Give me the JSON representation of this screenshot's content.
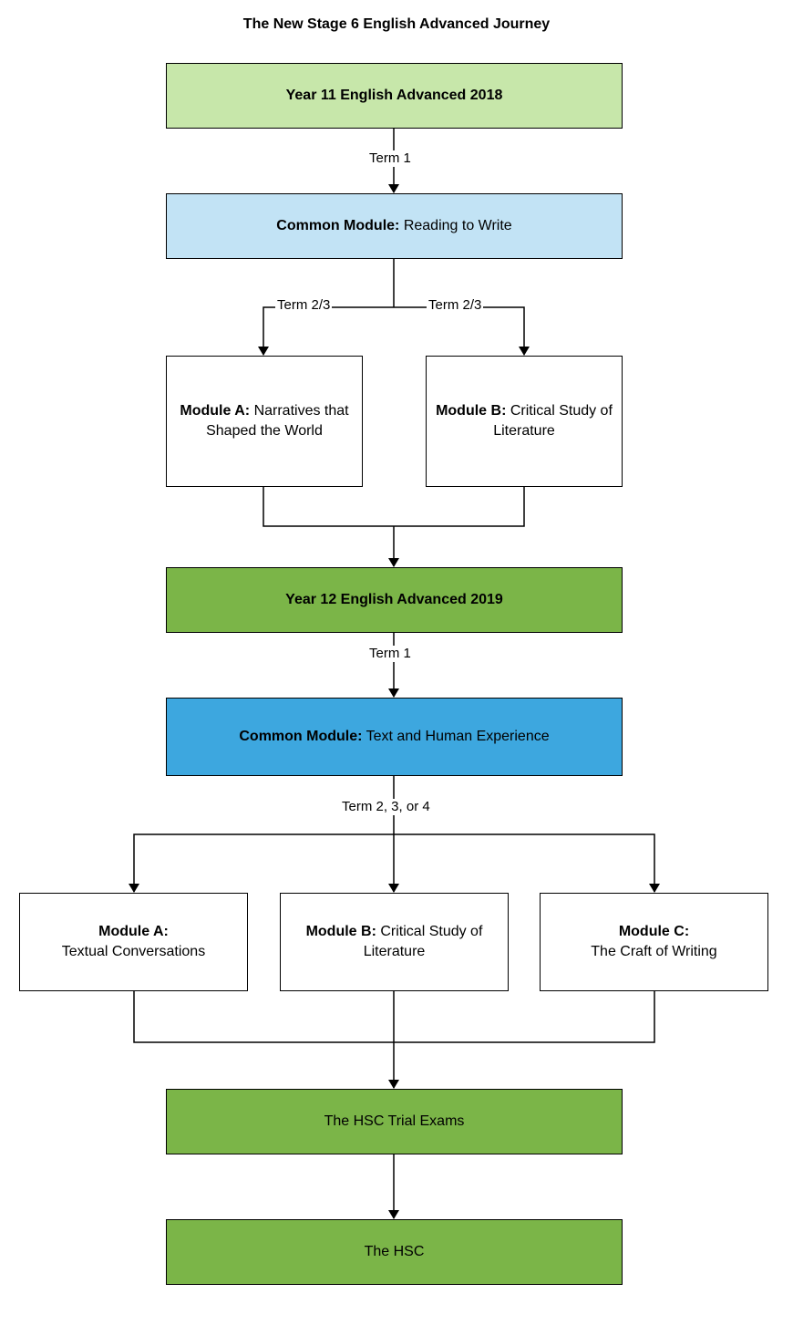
{
  "title": "The New Stage 6 English Advanced Journey",
  "nodes": {
    "year11": {
      "text": "Year 11 English Advanced 2018",
      "color": "#c7e7aa"
    },
    "cm11": {
      "bold": "Common Module:",
      "text": "Reading to Write",
      "color": "#c2e3f5"
    },
    "modA11": {
      "bold": "Module A:",
      "text": "Narratives that Shaped the World",
      "color": "#ffffff"
    },
    "modB11": {
      "bold": "Module B:",
      "text": "Critical Study of Literature",
      "color": "#ffffff"
    },
    "year12": {
      "text": "Year 12 English Advanced 2019",
      "color": "#7bb548"
    },
    "cm12": {
      "bold": "Common Module:",
      "text": "Text and Human Experience",
      "color": "#3da7df"
    },
    "modA12": {
      "bold": "Module A:",
      "text": "Textual Conversations",
      "color": "#ffffff"
    },
    "modB12": {
      "bold": "Module B:",
      "text": "Critical Study of Literature",
      "color": "#ffffff"
    },
    "modC12": {
      "bold": "Module C:",
      "text": "The Craft of Writing",
      "color": "#ffffff"
    },
    "trial": {
      "text": "The HSC Trial Exams",
      "color": "#7bb548"
    },
    "hsc": {
      "text": "The HSC",
      "color": "#7bb548"
    }
  },
  "edges": {
    "term1_a": "Term 1",
    "term23_left": "Term 2/3",
    "term23_right": "Term 2/3",
    "term1_b": "Term 1",
    "term234": "Term 2, 3, or 4"
  }
}
